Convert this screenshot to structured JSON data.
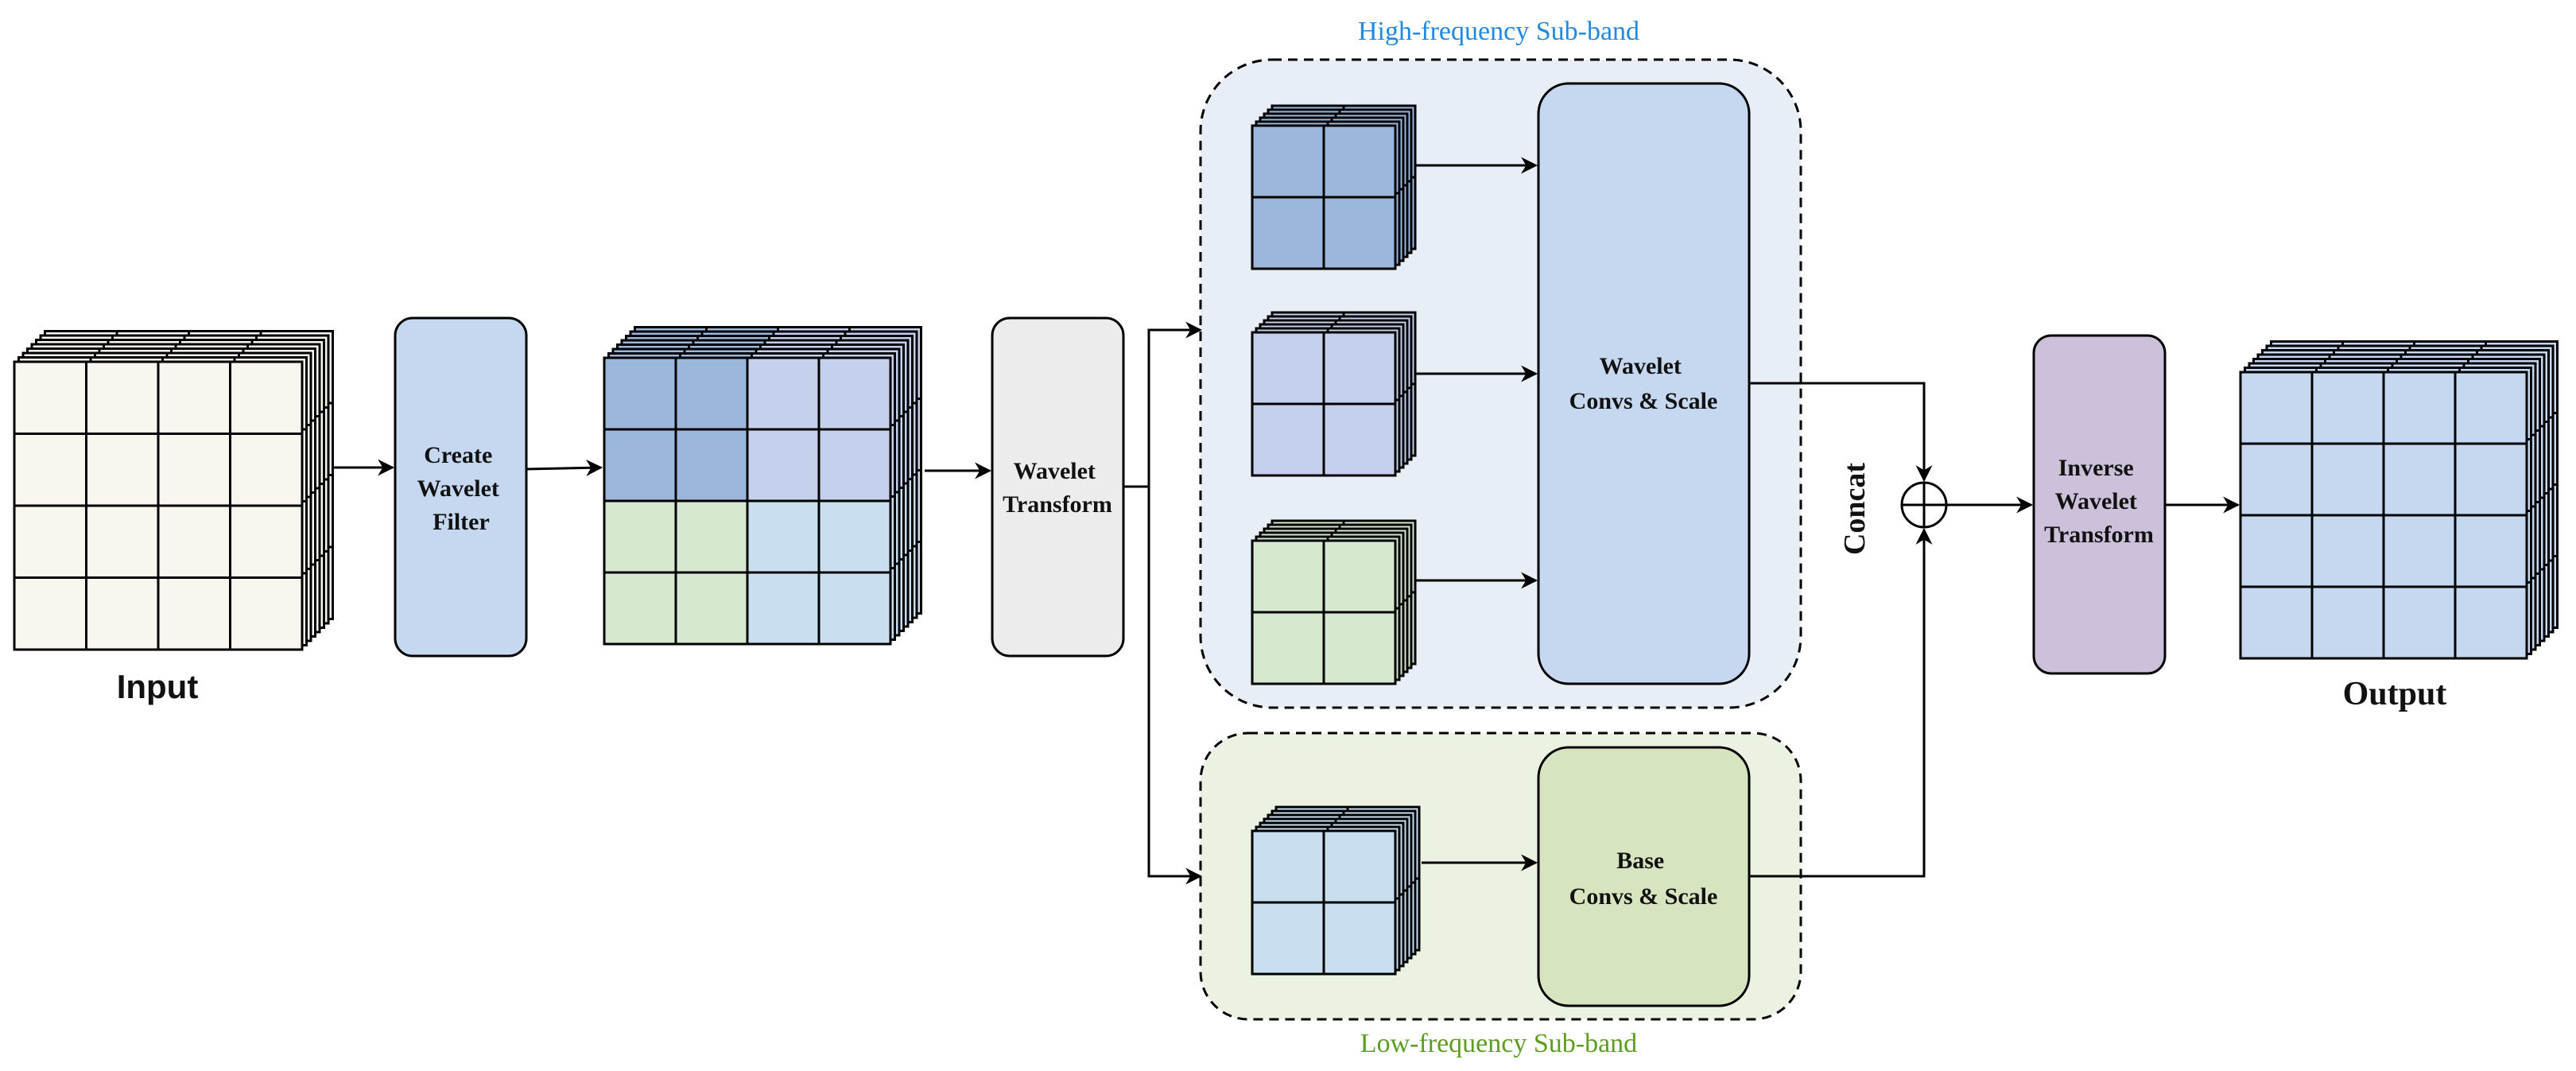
{
  "labels": {
    "input": "Input",
    "output": "Output",
    "concat": "Concat",
    "high_band": "High-frequency Sub-band",
    "low_band": "Low-frequency Sub-band"
  },
  "blocks": {
    "create_filter": [
      "Create",
      "Wavelet",
      "Filter"
    ],
    "wavelet_transform": [
      "Wavelet",
      "Transform"
    ],
    "wavelet_convs": [
      "Wavelet",
      "Convs & Scale"
    ],
    "base_convs": [
      "Base",
      "Convs & Scale"
    ],
    "inverse_transform": [
      "Inverse",
      "Wavelet",
      "Transform"
    ]
  },
  "colors": {
    "input_cells": "#f8f6ee",
    "dark_blue": "#9bb8dc",
    "lavender": "#c4d0ec",
    "green": "#d6e8d0",
    "light_blue": "#c9dfef",
    "create_filter": "#c5d8f0",
    "wavelet_transform": "#ececec",
    "wavelet_convs": "#c5d8f0",
    "base_convs": "#d6e4bf",
    "inverse_transform": "#ccc0da",
    "output_cells": "#c5d8f0",
    "high_region": "#e8eef5",
    "low_region": "#ebf2e1",
    "high_band_text": "#1f8ae0",
    "low_band_text": "#5c9e1f"
  }
}
